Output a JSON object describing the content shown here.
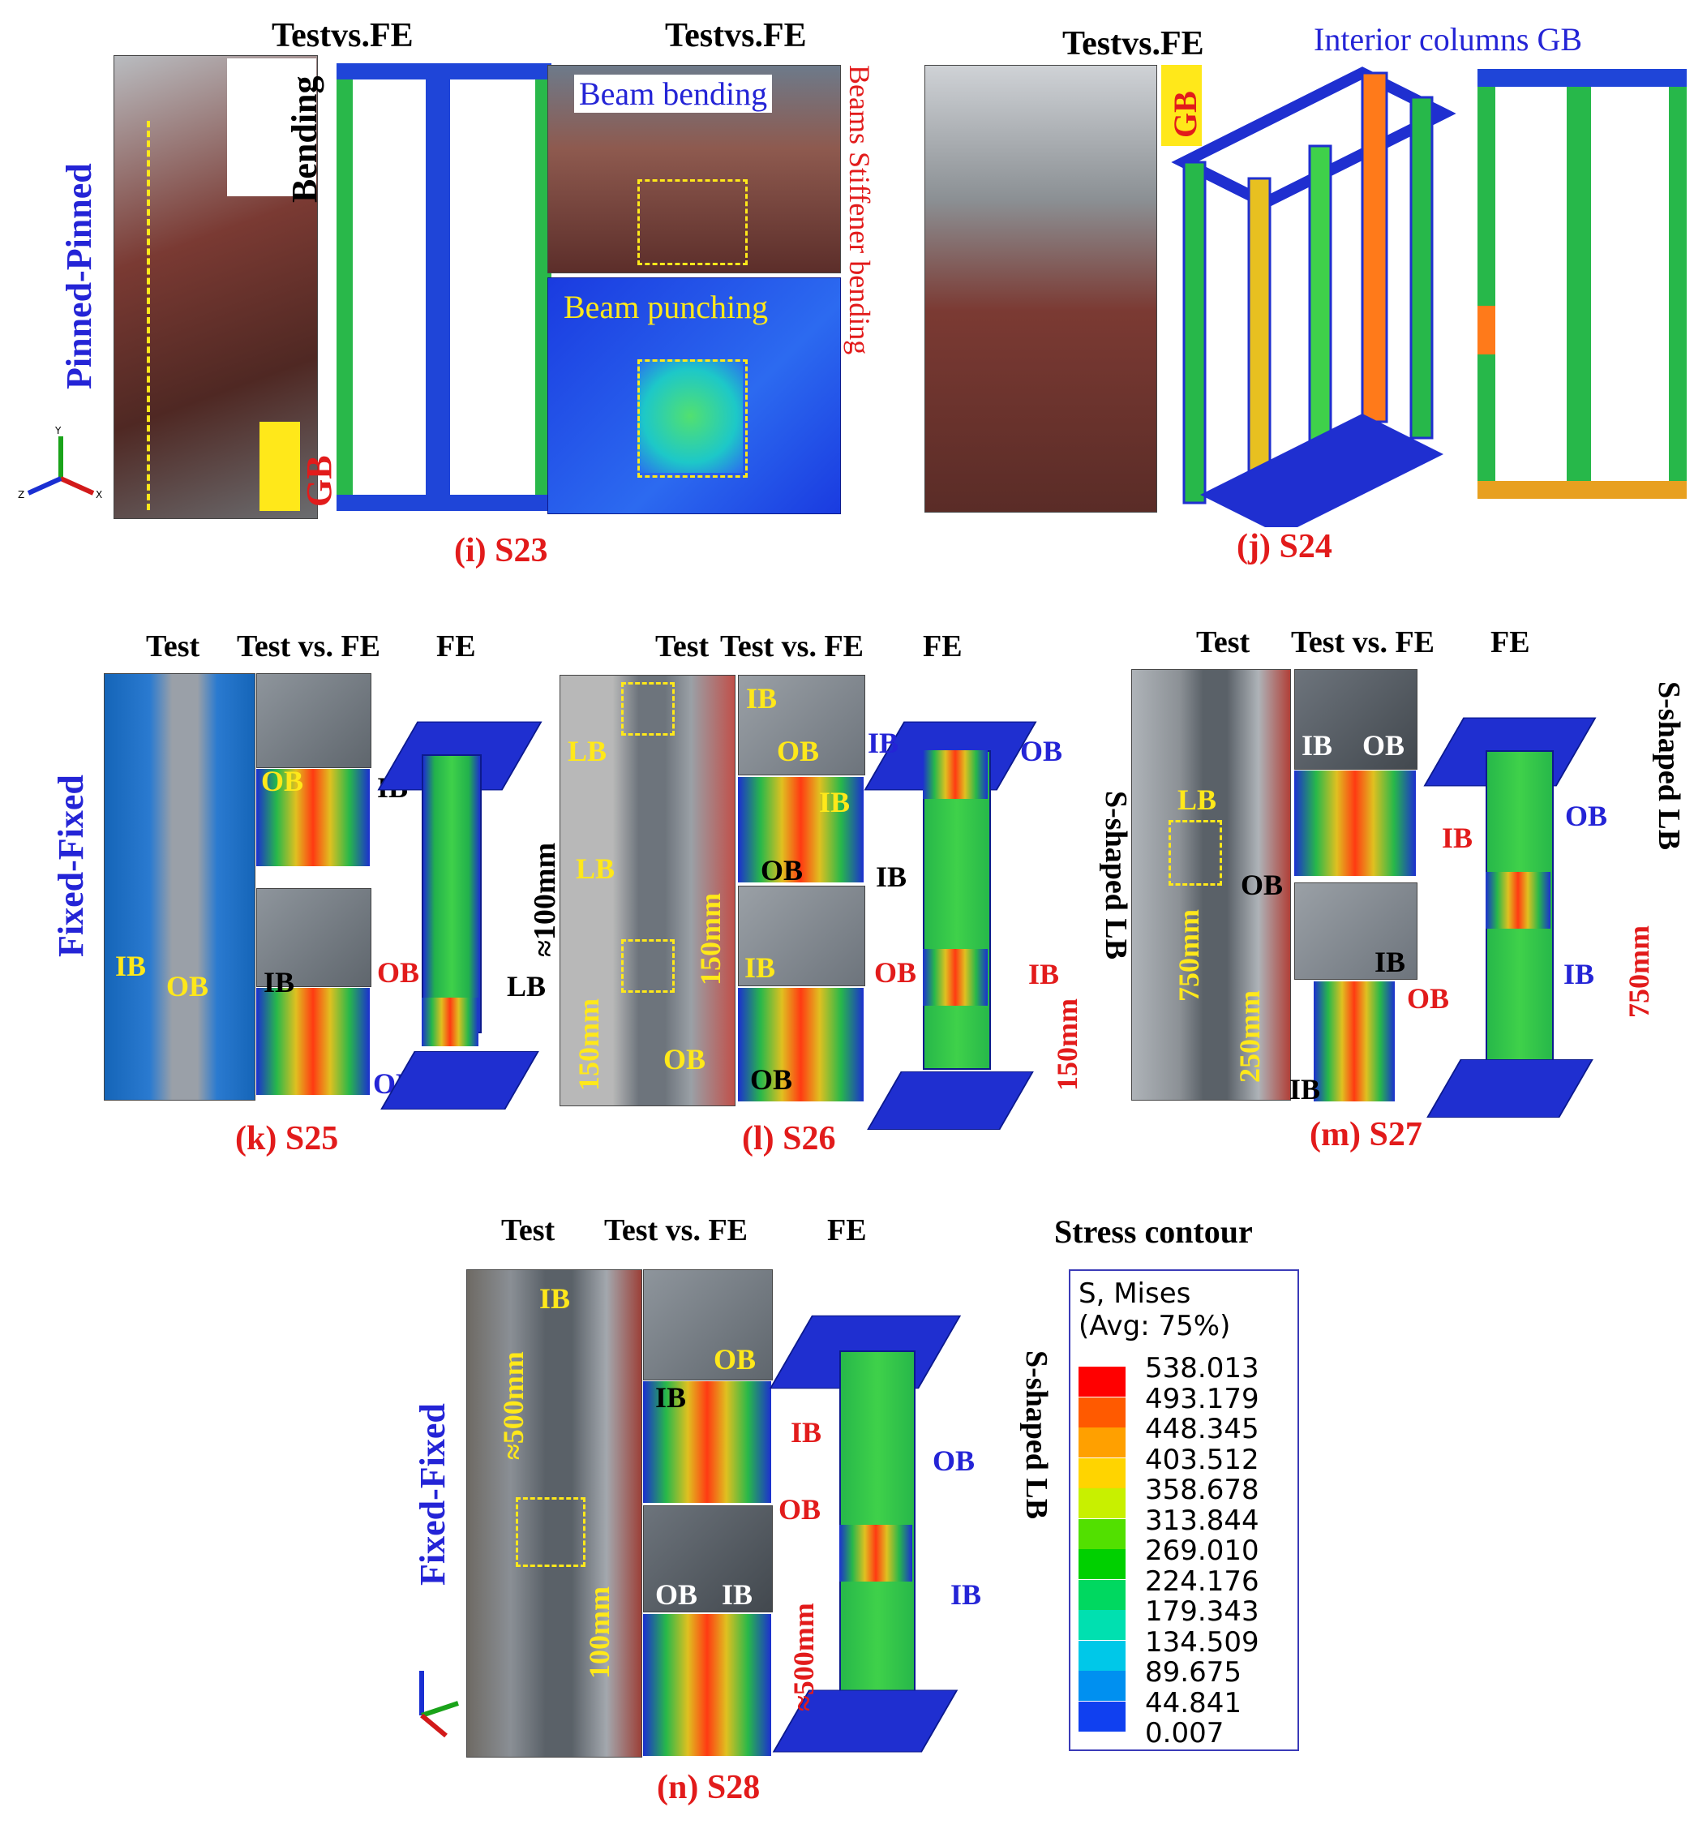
{
  "panels": {
    "i": {
      "caption": "(i) S23",
      "heading_1": "Testvs.FE",
      "heading_2": "Testvs.FE",
      "boundary": "Pinned-Pinned",
      "labels": {
        "bending": "Bending",
        "gb": "GB",
        "beam_bending": "Beam bending",
        "beam_punching": "Beam punching",
        "stiffener": "Beams Stiffener bending"
      }
    },
    "j": {
      "caption": "(j) S24",
      "heading": "Testvs.FE",
      "labels": {
        "gb": "GB",
        "interior": "Interior columns GB"
      }
    },
    "k": {
      "caption": "(k) S25",
      "boundary": "Fixed-Fixed",
      "headings": {
        "test": "Test",
        "compare": "Test vs. FE",
        "fe": "FE"
      },
      "labels": {
        "ib": "IB",
        "ob": "OB",
        "lb": "LB",
        "dim": "≈100mm"
      }
    },
    "l": {
      "caption": "(l) S26",
      "headings": {
        "test": "Test",
        "compare": "Test vs. FE",
        "fe": "FE"
      },
      "labels": {
        "ib": "IB",
        "ob": "OB",
        "lb": "LB",
        "s_lb": "S-shaped LB",
        "dim_150": "150mm"
      }
    },
    "m": {
      "caption": "(m) S27",
      "headings": {
        "test": "Test",
        "compare": "Test vs. FE",
        "fe": "FE"
      },
      "labels": {
        "ib": "IB",
        "ob": "OB",
        "lb": "LB",
        "s_lb": "S-shaped LB",
        "dim_750": "750mm",
        "dim_250": "250mm"
      }
    },
    "n": {
      "caption": "(n) S28",
      "boundary": "Fixed-Fixed",
      "headings": {
        "test": "Test",
        "compare": "Test vs. FE",
        "fe": "FE"
      },
      "labels": {
        "ib": "IB",
        "ob": "OB",
        "s_lb": "S-shaped LB",
        "dim_500": "≈500mm",
        "dim_100": "100mm",
        "dim_500b": "≈500mm"
      }
    }
  },
  "axes": {
    "x": "X",
    "y": "Y",
    "z": "Z"
  },
  "legend": {
    "title": "Stress contour",
    "line1": "S, Mises",
    "line2": "(Avg: 75%)",
    "values": [
      "538.013",
      "493.179",
      "448.345",
      "403.512",
      "358.678",
      "313.844",
      "269.010",
      "224.176",
      "179.343",
      "134.509",
      "89.675",
      "44.841",
      "0.007"
    ],
    "colors": [
      "#ff0000",
      "#ff5a00",
      "#ffa000",
      "#ffd400",
      "#c8f000",
      "#52e000",
      "#00d000",
      "#00d860",
      "#00e0b0",
      "#00c8e8",
      "#0090f0",
      "#1040f0",
      "#0000c8"
    ]
  }
}
